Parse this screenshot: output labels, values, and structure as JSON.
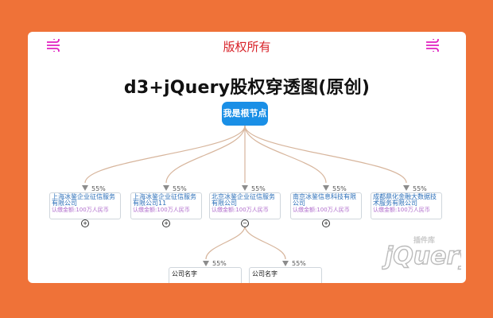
{
  "header": {
    "title": "版权所有",
    "left_icon": "wind-icon",
    "right_icon": "wind-icon",
    "accent": "#d8232a"
  },
  "title": "d3+jQuery股权穿透图(原创)",
  "root": {
    "label": "我是根节点"
  },
  "children": [
    {
      "name": "上海冰鉴企业征信服务有限公司",
      "capital": "认缴金额:100万人民币",
      "percent": "55%",
      "toggle": "+"
    },
    {
      "name": "上海冰鉴企业征信服务有限公司11",
      "capital": "认缴金额:100万人民币",
      "percent": "55%",
      "toggle": "+"
    },
    {
      "name": "北京冰鉴企业征信服务有限公司",
      "capital": "认缴金额:100万人民币",
      "percent": "55%",
      "toggle": "−"
    },
    {
      "name": "南京冰鉴信息科技有限公司",
      "capital": "认缴金额:100万人民币",
      "percent": "55%",
      "toggle": "+"
    },
    {
      "name": "成都鼎化金融大数据技术服务有限公司",
      "capital": "认缴金额:100万人民币",
      "percent": "55%",
      "toggle": ""
    }
  ],
  "grandchildren": [
    {
      "name": "公司名字",
      "percent": "55%"
    },
    {
      "name": "公司名字",
      "percent": "55%"
    }
  ],
  "watermark": {
    "brand": "jQuery",
    "subtitle": "插件库"
  },
  "colors": {
    "background": "#ef7238",
    "root": "#1a8fe6",
    "link": "#d7b59c",
    "name": "#2a6eb8",
    "capital": "#b06dcc"
  }
}
